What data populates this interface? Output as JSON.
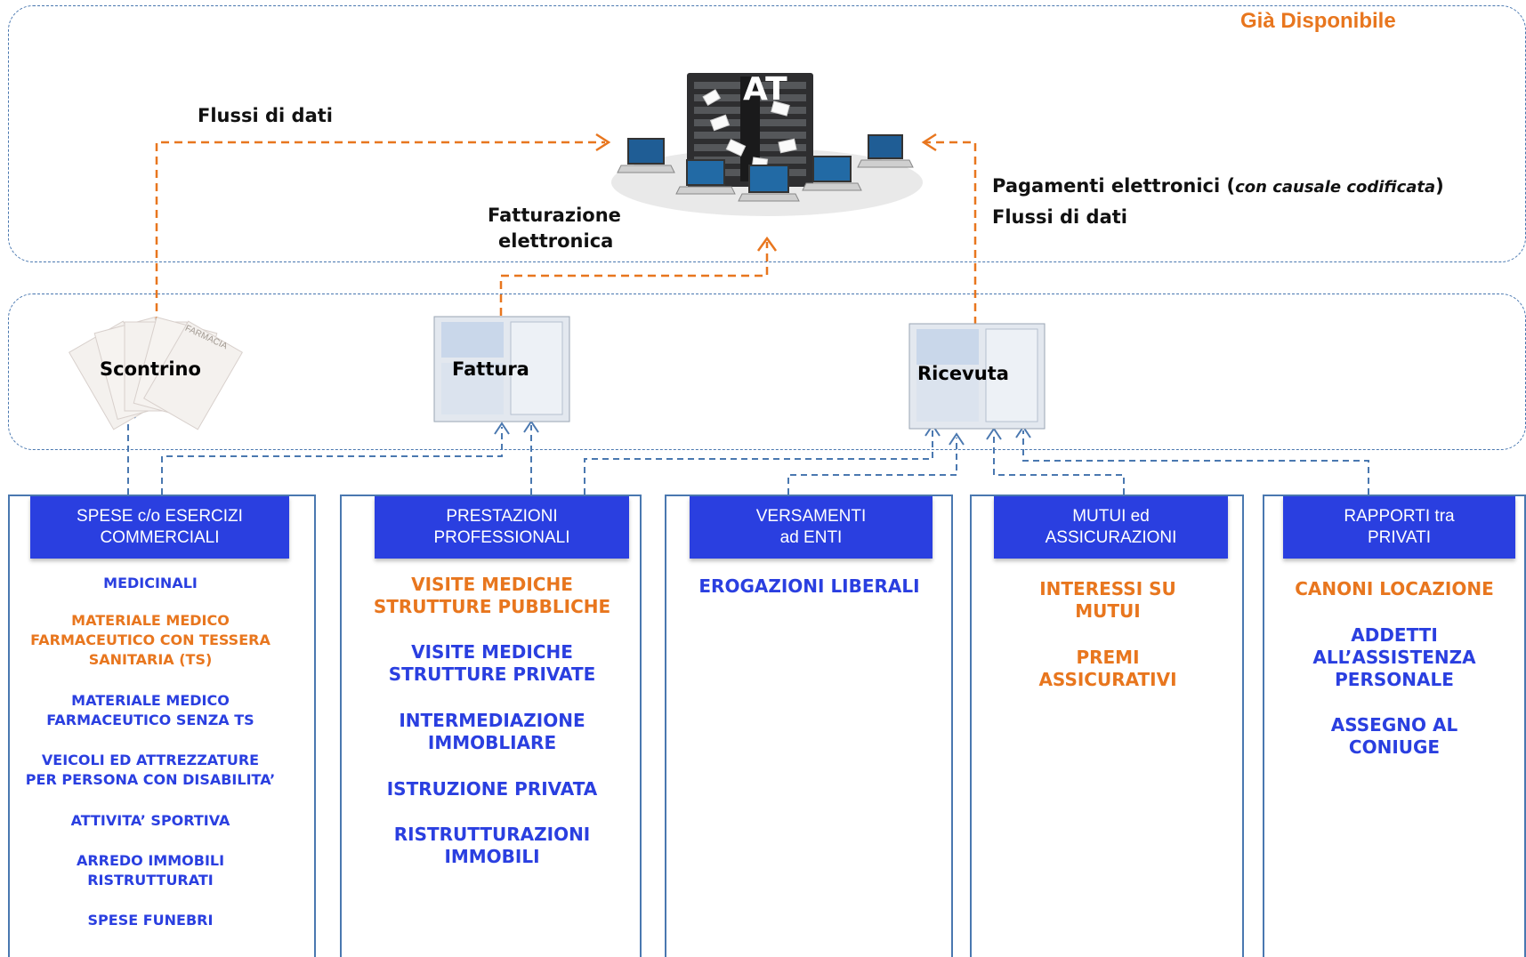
{
  "status_label": "Già Disponibile",
  "server_label": "AT",
  "flows": {
    "left": "Flussi di dati",
    "middle_line1": "Fatturazione",
    "middle_line2": "elettronica",
    "right_line1_pre": "Pagamenti elettronici (",
    "right_line1_italic": "con causale codificata",
    "right_line1_post": ")",
    "right_line2": "Flussi di dati"
  },
  "documents": {
    "scontrino": "Scontrino",
    "fattura": "Fattura",
    "ricevuta": "Ricevuta",
    "receipt_stamp": "FARMACIA"
  },
  "columns": [
    {
      "header_line1": "SPESE c/o ESERCIZI",
      "header_line2": "COMMERCIALI",
      "items": [
        {
          "text": "MEDICINALI",
          "color": "blue"
        },
        {
          "text": "MATERIALE MEDICO\nFARMACEUTICO CON TESSERA\nSANITARIA (TS)",
          "color": "orange"
        },
        {
          "text": "MATERIALE MEDICO\nFARMACEUTICO SENZA TS",
          "color": "blue"
        },
        {
          "text": "VEICOLI ED ATTREZZATURE\nPER PERSONA CON DISABILITA’",
          "color": "blue"
        },
        {
          "text": "ATTIVITA’ SPORTIVA",
          "color": "blue"
        },
        {
          "text": "ARREDO  IMMOBILI\nRISTRUTTURATI",
          "color": "blue"
        },
        {
          "text": "SPESE FUNEBRI",
          "color": "blue"
        }
      ]
    },
    {
      "header_line1": "PRESTAZIONI",
      "header_line2": "PROFESSIONALI",
      "items": [
        {
          "text": "VISITE MEDICHE\nSTRUTTURE PUBBLICHE",
          "color": "orange"
        },
        {
          "text": "VISITE MEDICHE\nSTRUTTURE PRIVATE",
          "color": "blue"
        },
        {
          "text": "INTERMEDIAZIONE\nIMMOBLIARE",
          "color": "blue"
        },
        {
          "text": "ISTRUZIONE PRIVATA",
          "color": "blue"
        },
        {
          "text": "RISTRUTTURAZIONI\nIMMOBILI",
          "color": "blue"
        }
      ]
    },
    {
      "header_line1": "VERSAMENTI",
      "header_line2": "ad ENTI",
      "items": [
        {
          "text": "EROGAZIONI LIBERALI",
          "color": "blue"
        }
      ]
    },
    {
      "header_line1": "MUTUI ed",
      "header_line2": "ASSICURAZIONI",
      "items": [
        {
          "text": "INTERESSI SU\nMUTUI",
          "color": "orange"
        },
        {
          "text": "PREMI\nASSICURATIVI",
          "color": "orange"
        }
      ]
    },
    {
      "header_line1": "RAPPORTI tra",
      "header_line2": "PRIVATI",
      "items": [
        {
          "text": "CANONI LOCAZIONE",
          "color": "orange"
        },
        {
          "text": "ADDETTI\nALL’ASSISTENZA\nPERSONALE",
          "color": "blue"
        },
        {
          "text": "ASSEGNO AL\nCONIUGE",
          "color": "blue"
        }
      ]
    }
  ],
  "colors": {
    "orange": "#e8761e",
    "blue": "#2a3fe0",
    "dashed_blue": "#4a78b0",
    "header_bg": "#2a3fe0"
  }
}
